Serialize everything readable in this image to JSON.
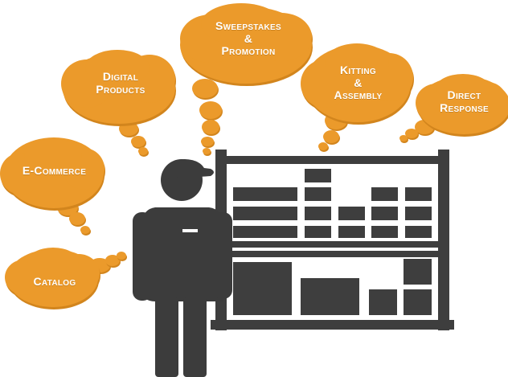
{
  "colors": {
    "cloud": "#EB9A2B",
    "cloud_shadow": "#D2851D",
    "figure": "#3C3C3C",
    "shelf": "#3E3E3E",
    "background": "#FFFFFF"
  },
  "icons": {
    "worker": "worker-icon",
    "shelf": "warehouse-shelf-icon"
  },
  "clouds": [
    {
      "id": "sweepstakes",
      "lines": [
        "Sweepstakes",
        "&",
        "Promotion"
      ]
    },
    {
      "id": "digital",
      "lines": [
        "Digital",
        "Products"
      ]
    },
    {
      "id": "kitting",
      "lines": [
        "Kitting",
        "&",
        "Assembly"
      ]
    },
    {
      "id": "direct",
      "lines": [
        "Direct",
        "Response"
      ]
    },
    {
      "id": "ecommerce",
      "lines": [
        "E-Commerce"
      ]
    },
    {
      "id": "catalog",
      "lines": [
        "Catalog"
      ]
    }
  ]
}
